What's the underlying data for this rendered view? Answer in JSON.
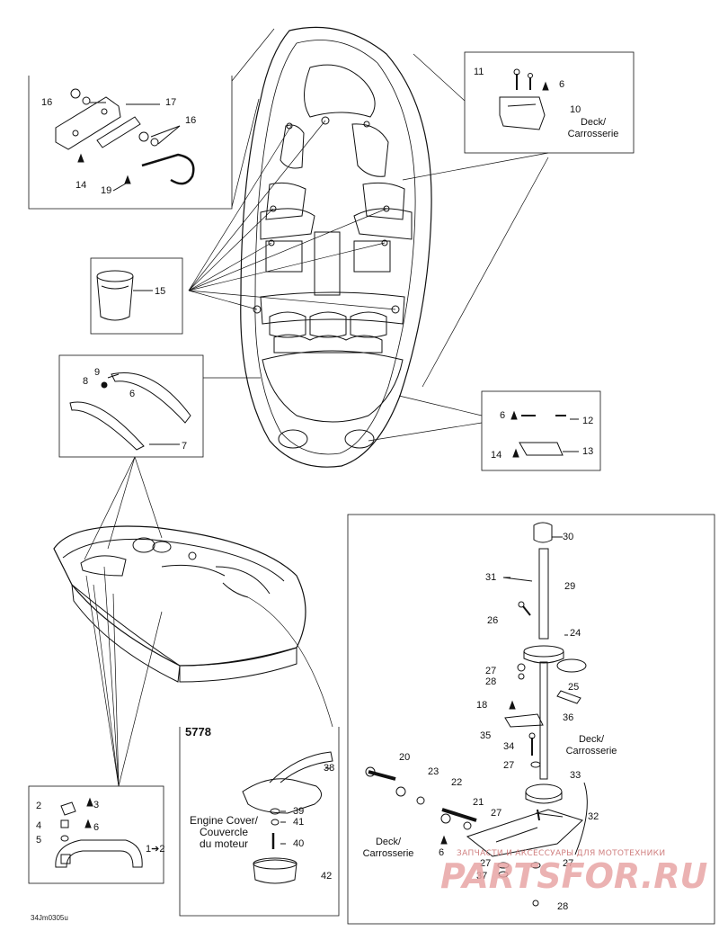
{
  "diagram_id": "5778",
  "reference_code": "34Jm0305u",
  "watermark": {
    "caption": "ЗАПЧАСТИ И АКСЕССУАРЫ ДЛЯ МОТОТЕХНИКИ",
    "brand": "PARTSFOR.RU"
  },
  "captions": {
    "deck_top": "Deck/\nCarrosserie",
    "deck_right": "Deck/\nCarrosserie",
    "deck_bottom": "Deck/\nCarrosserie",
    "engine_cover": "Engine Cover/\nCouvercle\ndu moteur",
    "arrow_note": "1➔2"
  },
  "callouts": {
    "c2": "2",
    "c3": "3",
    "c4": "4",
    "c5": "5",
    "c6a": "6",
    "c6b": "6",
    "c6c": "6",
    "c6d": "6",
    "c6e": "6",
    "c7": "7",
    "c8": "8",
    "c9": "9",
    "c10": "10",
    "c11": "11",
    "c12": "12",
    "c13": "13",
    "c14a": "14",
    "c14b": "14",
    "c15": "15",
    "c16a": "16",
    "c16b": "16",
    "c17": "17",
    "c18": "18",
    "c19": "19",
    "c20": "20",
    "c21": "21",
    "c22": "22",
    "c23": "23",
    "c24": "24",
    "c25": "25",
    "c26": "26",
    "c27a": "27",
    "c27b": "27",
    "c27c": "27",
    "c27d": "27",
    "c27e": "27",
    "c28a": "28",
    "c28b": "28",
    "c29": "29",
    "c30": "30",
    "c31": "31",
    "c32": "32",
    "c33": "33",
    "c34": "34",
    "c35": "35",
    "c36": "36",
    "c37": "37",
    "c38": "38",
    "c39": "39",
    "c40": "40",
    "c41": "41",
    "c42": "42"
  }
}
